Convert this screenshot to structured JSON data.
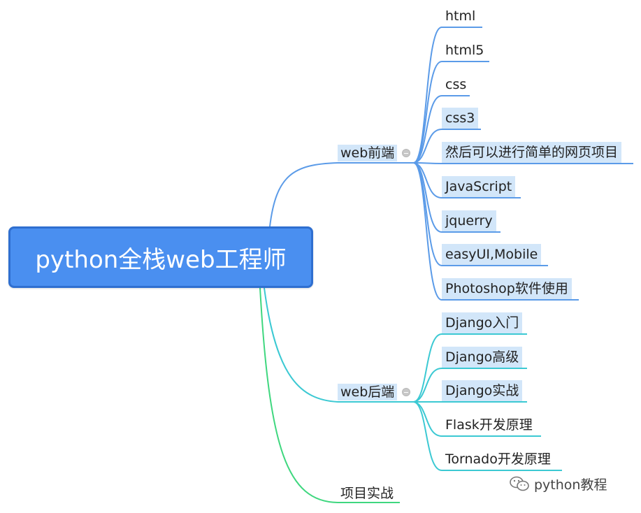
{
  "root": "python全栈web工程师",
  "branches": [
    {
      "label": "web前端",
      "color": "#5b9be8",
      "children": [
        "html",
        "html5",
        "css",
        "css3",
        "然后可以进行简单的网页项目",
        "JavaScript",
        "jquerry",
        "easyUI,Mobile",
        "Photoshop软件使用"
      ]
    },
    {
      "label": "web后端",
      "color": "#3cc9d3",
      "children": [
        "Django入门",
        "Django高级",
        "Django实战",
        "Flask开发原理",
        "Tornado开发原理"
      ]
    },
    {
      "label": "项目实战",
      "color": "#3fd77f",
      "children": []
    }
  ],
  "watermark": {
    "icon": "wechat-icon",
    "text": "python教程"
  }
}
